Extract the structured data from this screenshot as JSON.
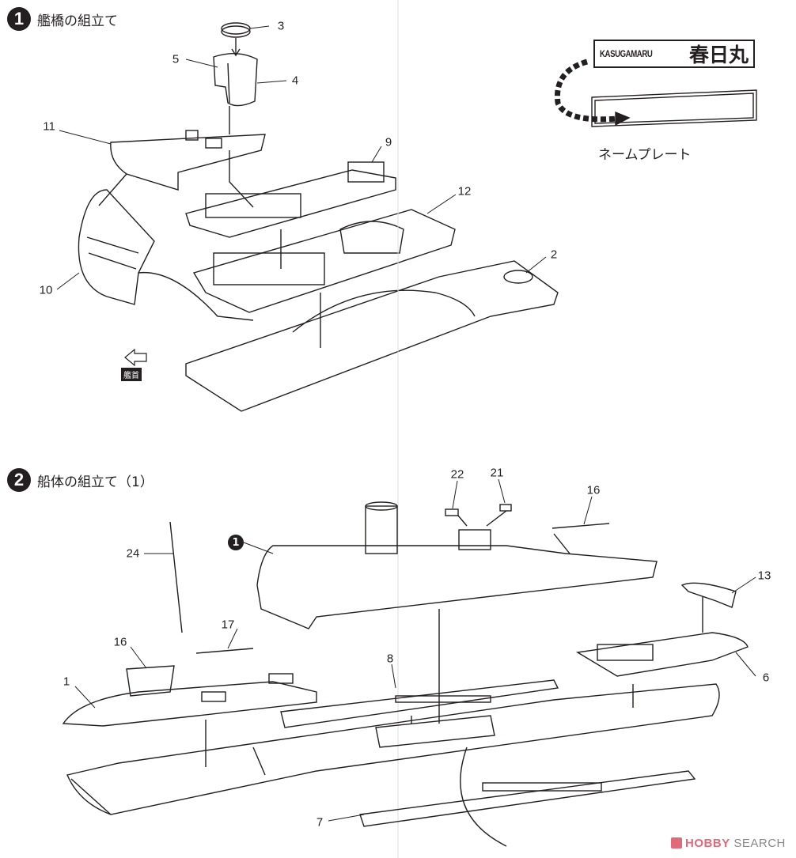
{
  "steps": [
    {
      "number": "1",
      "title": "艦橋の組立て"
    },
    {
      "number": "2",
      "title": "船体の組立て（1）"
    }
  ],
  "nameplate": {
    "english": "KASUGAMARU",
    "japanese": "春日丸",
    "caption": "ネームプレート"
  },
  "bow_marker": "艦首",
  "subassembly_marker": "1",
  "step1_parts": [
    "3",
    "5",
    "4",
    "11",
    "9",
    "12",
    "2",
    "10"
  ],
  "step2_parts": [
    "22",
    "21",
    "16",
    "24",
    "13",
    "17",
    "16",
    "8",
    "1",
    "6",
    "7"
  ],
  "watermark": {
    "brand": "HOBBY",
    "suffix": "SEARCH"
  }
}
